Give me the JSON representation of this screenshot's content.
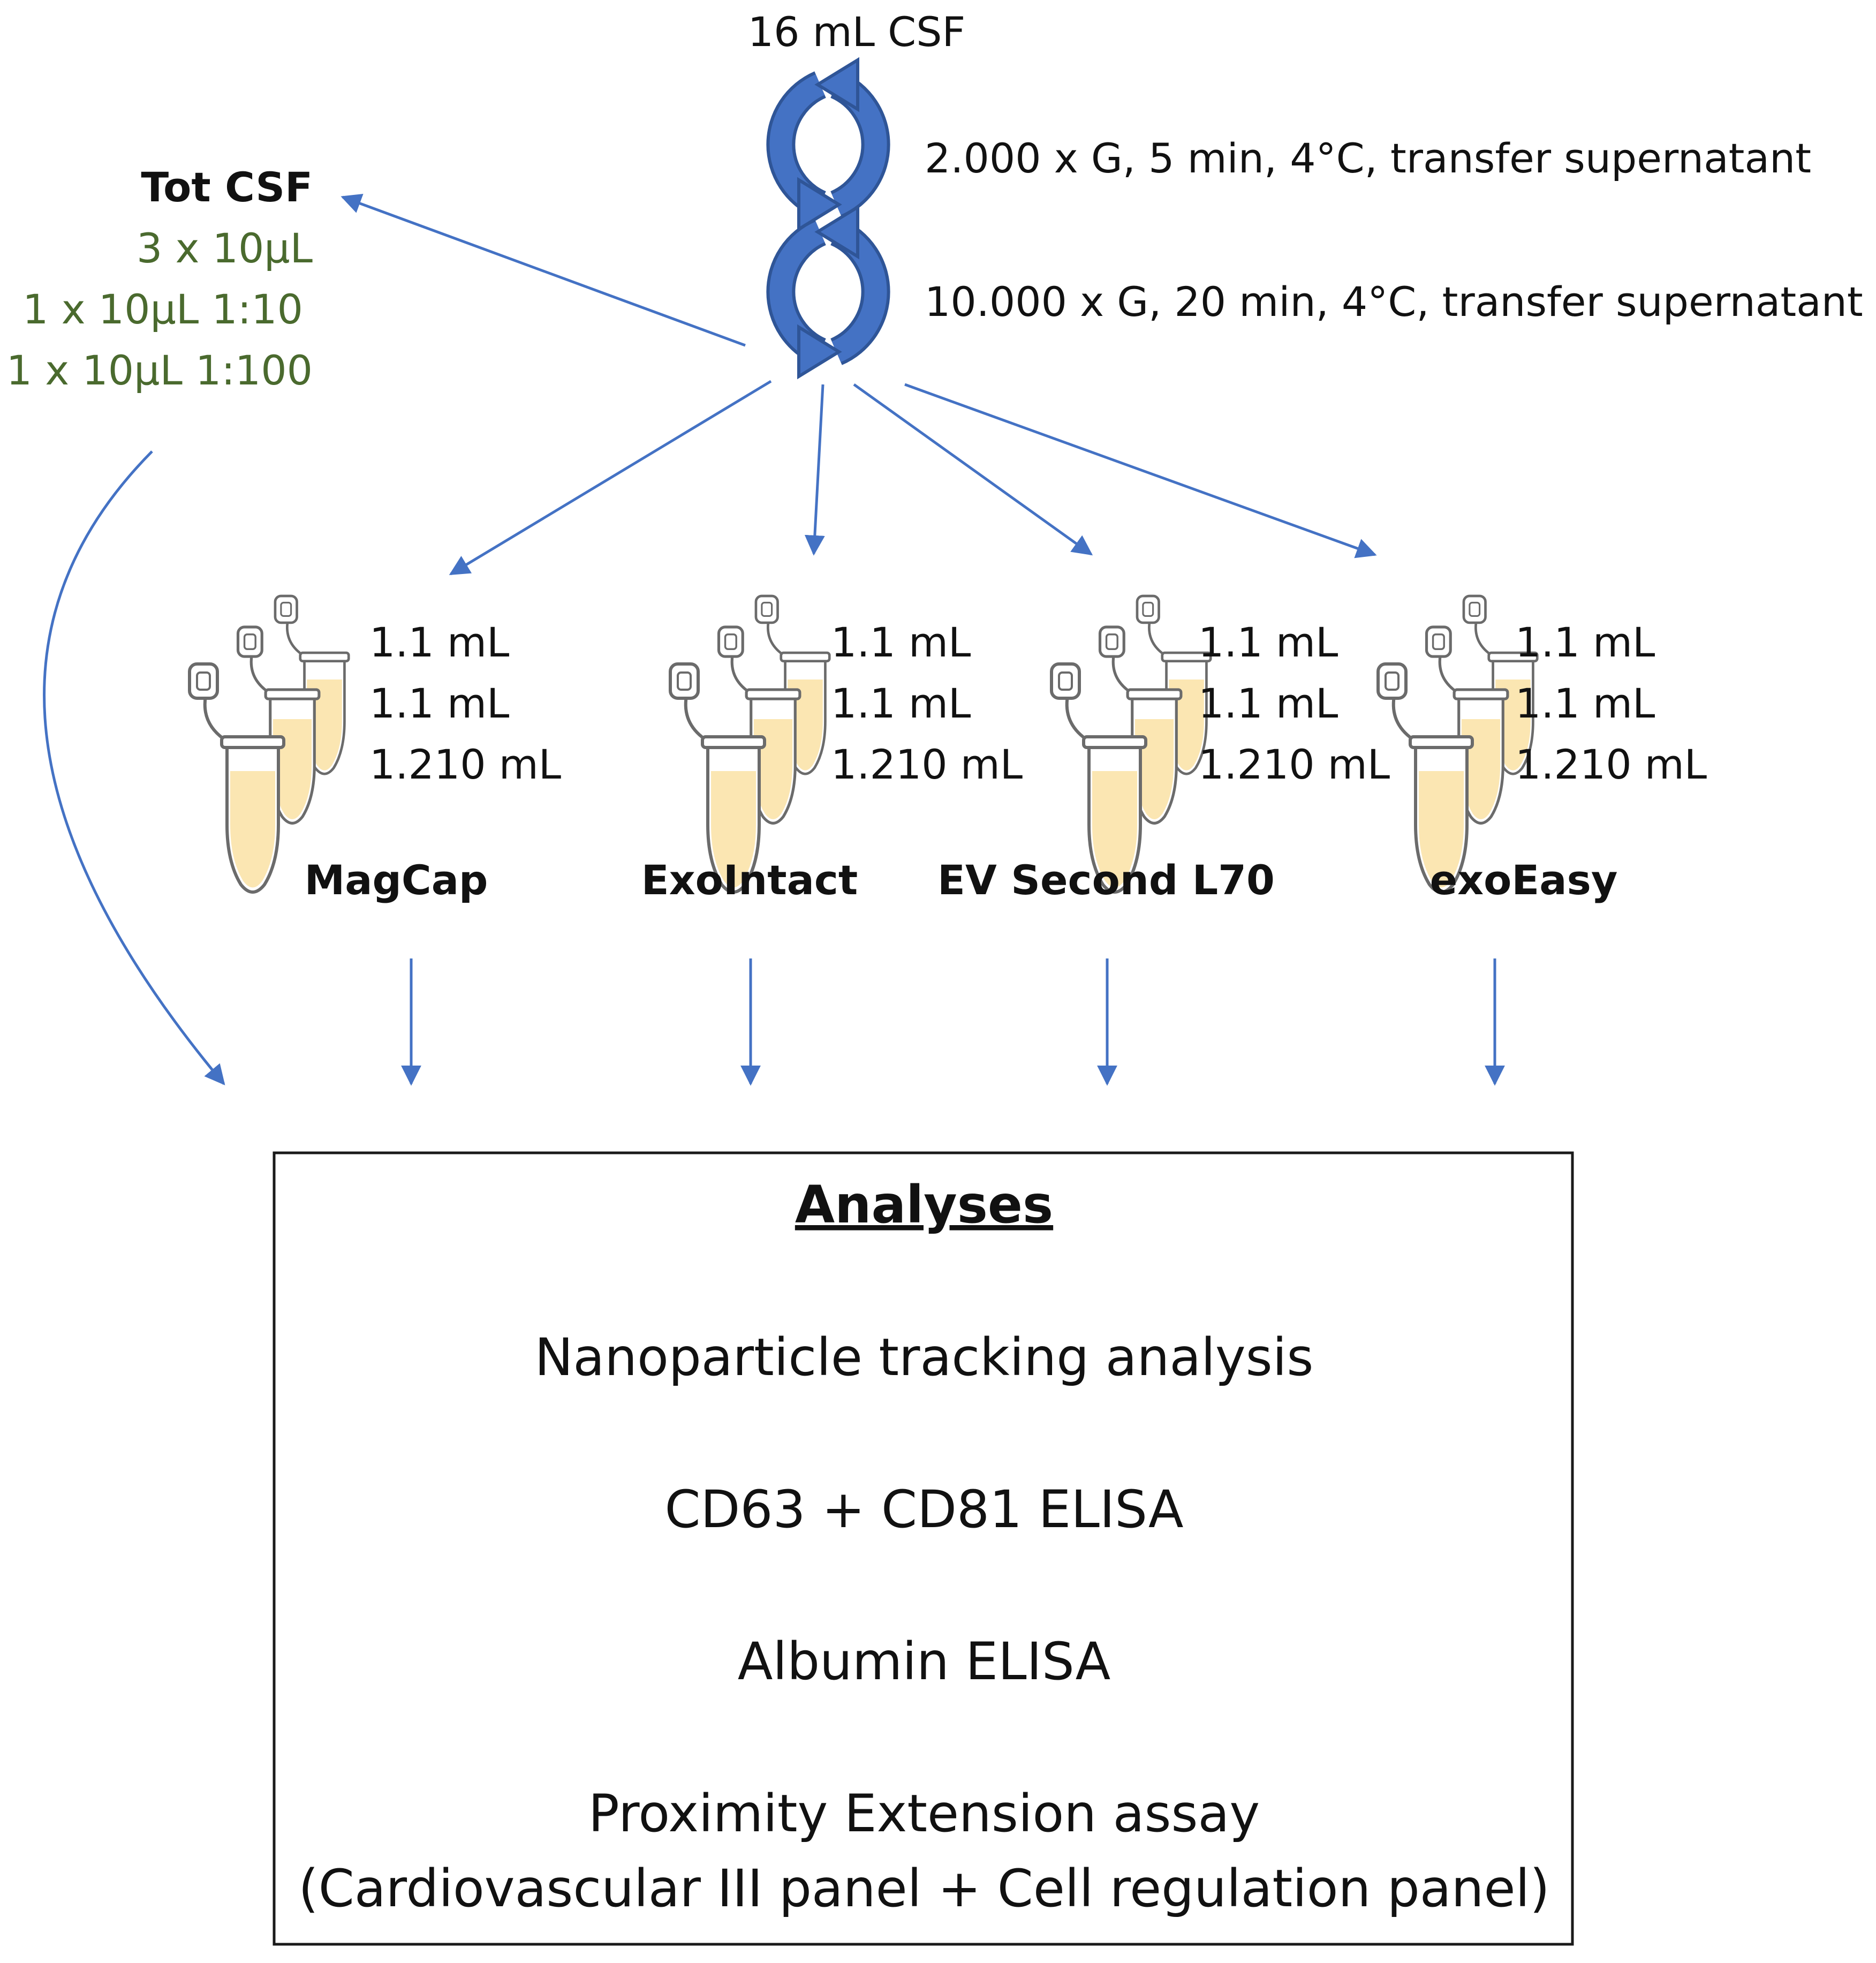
{
  "source_volume": "16 mL CSF",
  "centrifuge_steps": [
    "2.000 x G, 5 min, 4°C, transfer supernatant",
    "10.000 x G, 20 min, 4°C, transfer supernatant"
  ],
  "tot_csf": {
    "title": "Tot CSF",
    "aliquots": [
      "3 x 10µL",
      "1 x 10µL 1:10",
      "1 x 10µL 1:100"
    ]
  },
  "methods": [
    {
      "name": "MagCap",
      "volumes": [
        "1.1 mL",
        "1.1 mL",
        "1.210 mL"
      ]
    },
    {
      "name": "ExoIntact",
      "volumes": [
        "1.1 mL",
        "1.1 mL",
        "1.210 mL"
      ]
    },
    {
      "name": "EV Second L70",
      "volumes": [
        "1.1 mL",
        "1.1 mL",
        "1.210 mL"
      ]
    },
    {
      "name": "exoEasy",
      "volumes": [
        "1.1 mL",
        "1.1 mL",
        "1.210 mL"
      ]
    }
  ],
  "analyses": {
    "title": "Analyses",
    "items": [
      "Nanoparticle tracking analysis",
      "CD63 + CD81 ELISA",
      "Albumin ELISA",
      "Proximity Extension assay",
      "(Cardiovascular III panel + Cell regulation panel)"
    ]
  },
  "colors": {
    "arrow": "#4472c4",
    "cycle_icon": "#4472c4",
    "tube_fill": "#fbe6b2",
    "tube_outline": "#6b6b6b",
    "aliquot_text": "#4a6a2e"
  },
  "icons": [
    "centrifuge-cycle-icon",
    "tube-rack-icon"
  ]
}
